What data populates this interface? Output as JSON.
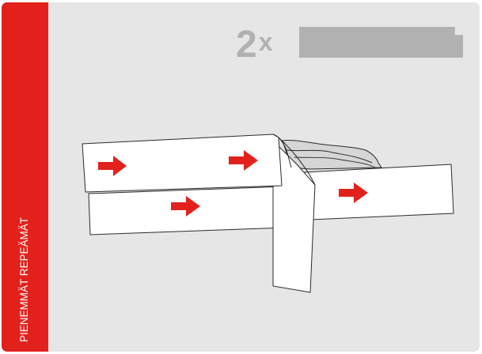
{
  "sidebar": {
    "label": "PIENEMMÄT REPEÄMÄT",
    "color": "#e3211c"
  },
  "quantity": {
    "number": "2",
    "multiplier": "x"
  },
  "colors": {
    "background": "#e6e6e6",
    "arrow": "#e3211c",
    "strip": "#ffffff",
    "icon": "#b1b1b1"
  },
  "icons": {
    "patch_icon": "patch-strip-icon",
    "arrow_icon": "arrow-right-icon"
  }
}
